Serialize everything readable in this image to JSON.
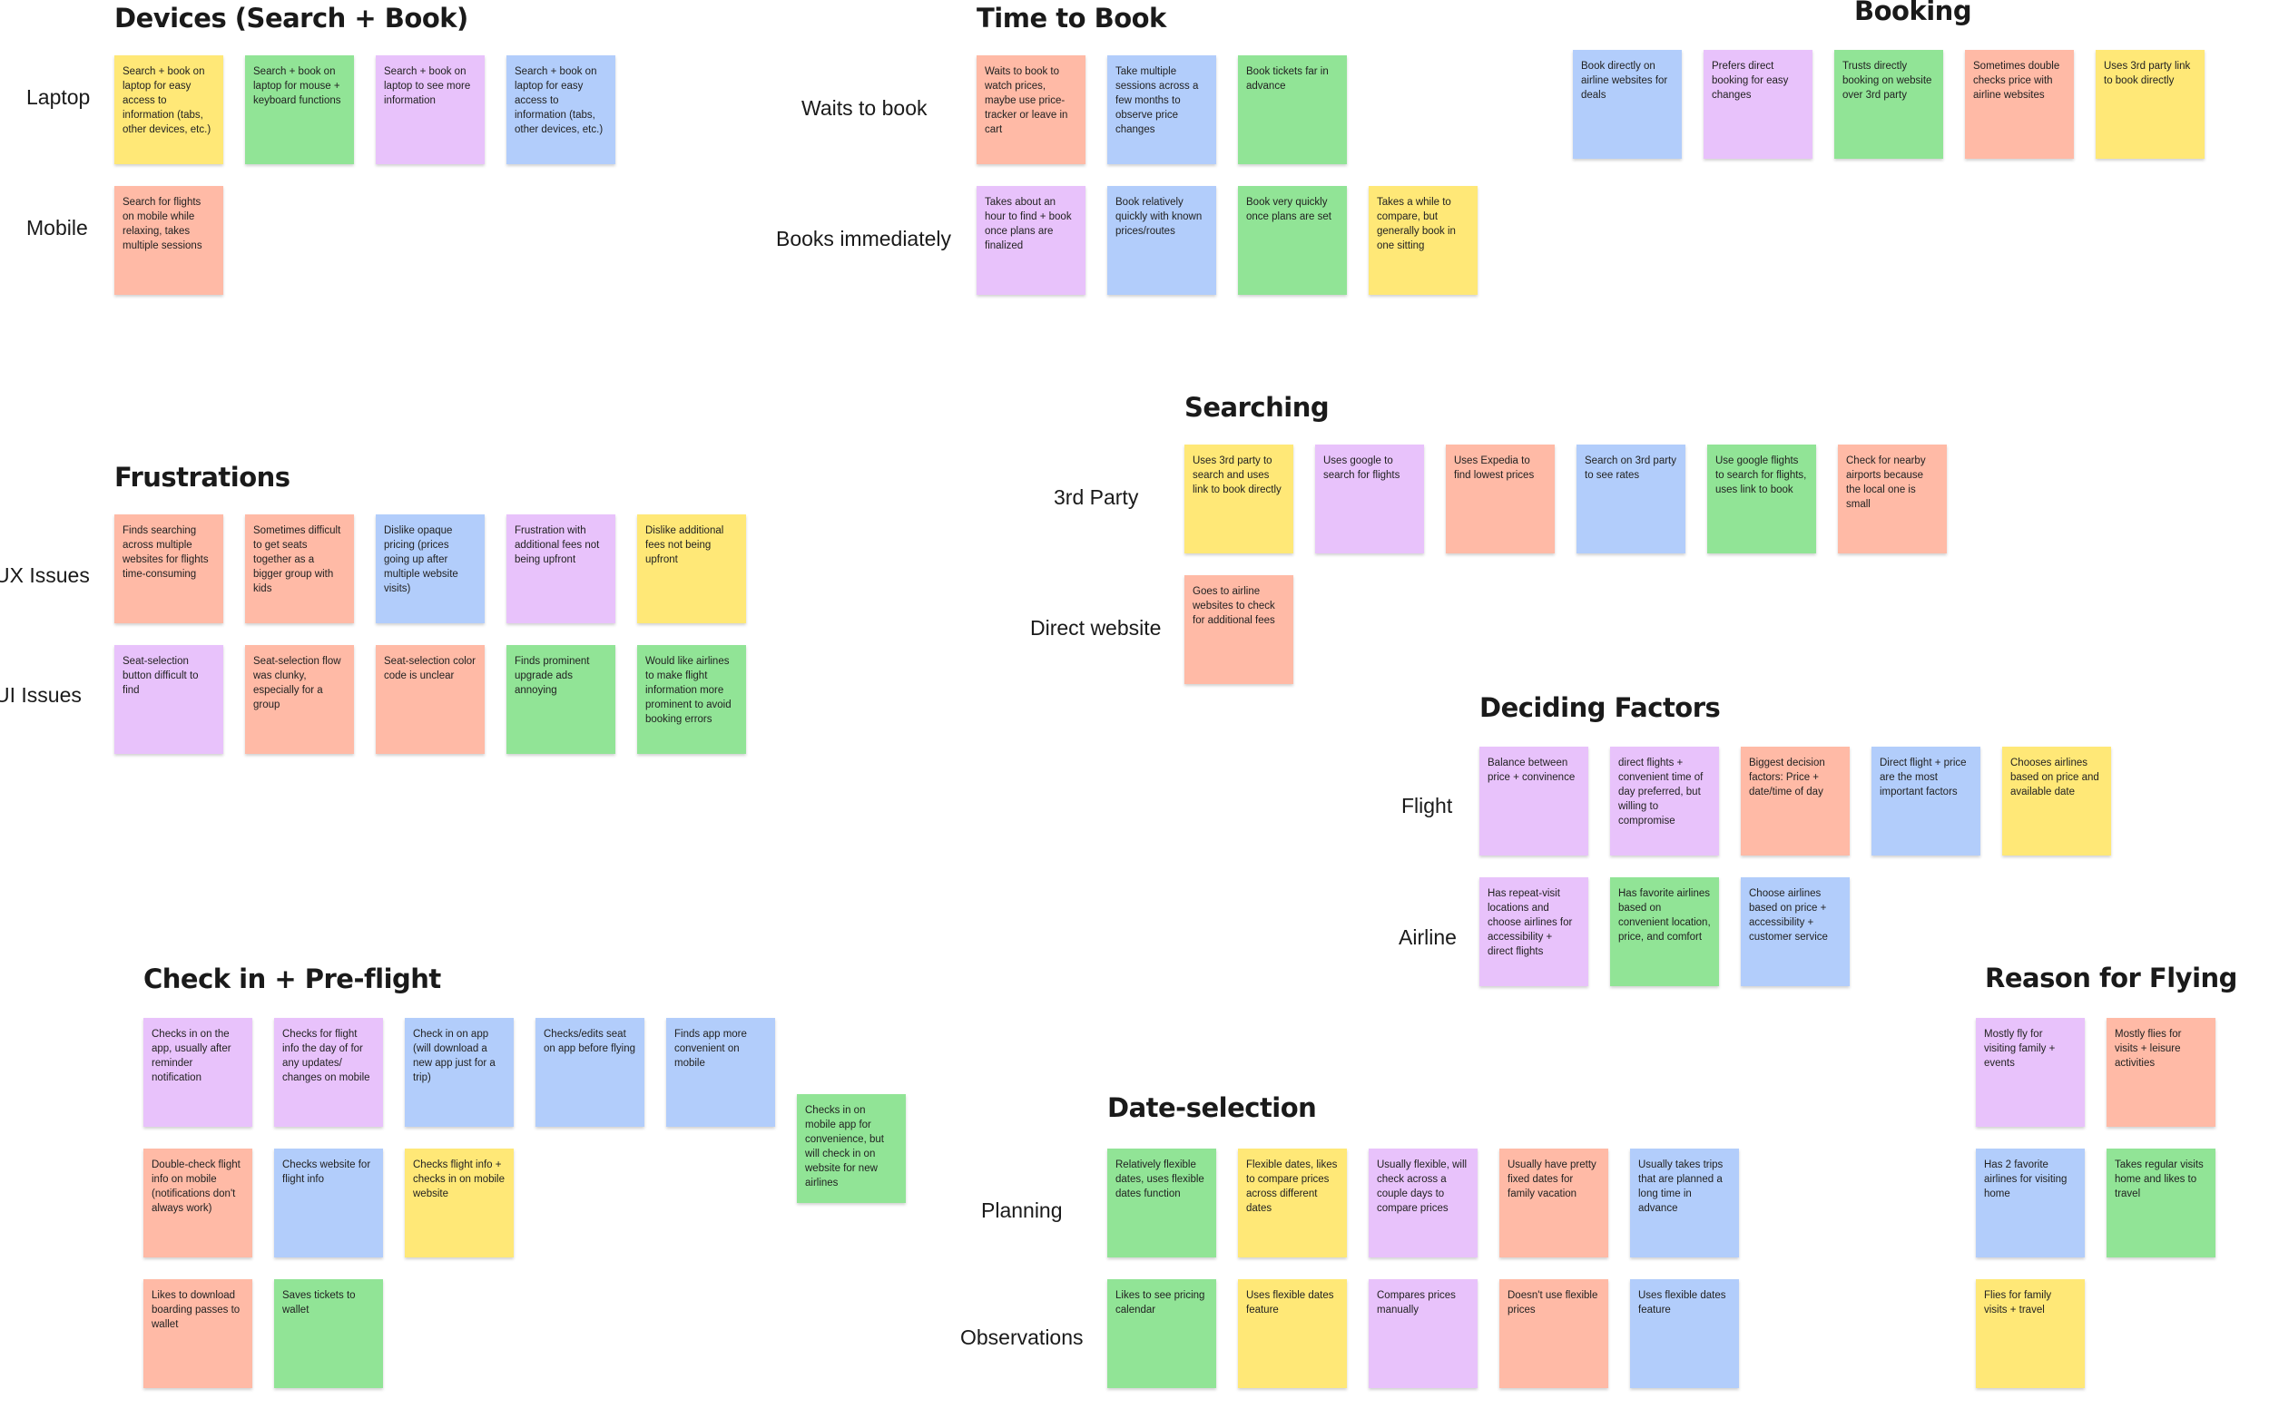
{
  "colors": {
    "yellow": "#ffe877",
    "green": "#91e496",
    "purple": "#e8c2fb",
    "blue": "#b2cdfb",
    "orange": "#ffbaa6"
  },
  "devices": {
    "title": "Devices (Search + Book)",
    "rows": {
      "laptop": "Laptop",
      "mobile": "Mobile"
    },
    "notes": [
      {
        "text": "Search + book on laptop for easy access to information (tabs, other devices, etc.)",
        "color": "yellow"
      },
      {
        "text": "Search + book on laptop for mouse + keyboard functions",
        "color": "green"
      },
      {
        "text": "Search + book on laptop to see more information",
        "color": "purple"
      },
      {
        "text": "Search + book on laptop for easy access to information (tabs, other devices, etc.)",
        "color": "blue"
      },
      {
        "text": "Search for flights on mobile while relaxing, takes multiple sessions",
        "color": "orange"
      }
    ]
  },
  "time_to_book": {
    "title": "Time to Book",
    "rows": {
      "waits": "Waits to book",
      "immediately": "Books immediately"
    },
    "notes": [
      {
        "text": "Waits to book to watch prices, maybe use price-tracker or leave in cart",
        "color": "orange"
      },
      {
        "text": "Take multiple sessions across a few months to observe price changes",
        "color": "blue"
      },
      {
        "text": "Book tickets far in advance",
        "color": "green"
      },
      {
        "text": "Takes about an hour to find + book once plans are finalized",
        "color": "purple"
      },
      {
        "text": "Book relatively quickly with known prices/routes",
        "color": "blue"
      },
      {
        "text": "Book very quickly once plans are set",
        "color": "green"
      },
      {
        "text": "Takes a while to compare, but generally book in one sitting",
        "color": "yellow"
      }
    ]
  },
  "booking": {
    "title": "Booking",
    "notes": [
      {
        "text": "Book directly on airline websites for deals",
        "color": "blue"
      },
      {
        "text": "Prefers direct booking for easy changes",
        "color": "purple"
      },
      {
        "text": "Trusts directly booking on website over 3rd party",
        "color": "green"
      },
      {
        "text": "Sometimes double checks price with airline websites",
        "color": "orange"
      },
      {
        "text": "Uses 3rd party link to book directly",
        "color": "yellow"
      }
    ]
  },
  "searching": {
    "title": "Searching",
    "rows": {
      "third_party": "3rd Party",
      "direct": "Direct website"
    },
    "notes": [
      {
        "text": "Uses 3rd party to search and uses link to book directly",
        "color": "yellow"
      },
      {
        "text": "Uses google to search for flights",
        "color": "purple"
      },
      {
        "text": "Uses Expedia to find lowest prices",
        "color": "orange"
      },
      {
        "text": "Search on 3rd party to see rates",
        "color": "blue"
      },
      {
        "text": "Use google flights to search for flights, uses link to book",
        "color": "green"
      },
      {
        "text": "Check for nearby airports because the local one is small",
        "color": "orange"
      },
      {
        "text": "Goes to airline websites to check for additional fees",
        "color": "orange"
      }
    ]
  },
  "frustrations": {
    "title": "Frustrations",
    "rows": {
      "ux": "UX Issues",
      "ui": "UI Issues"
    },
    "notes": [
      {
        "text": "Finds searching across multiple websites for flights time-consuming",
        "color": "orange"
      },
      {
        "text": "Sometimes difficult to get seats together as a bigger group with kids",
        "color": "orange"
      },
      {
        "text": "Dislike opaque pricing (prices going up after multiple website visits)",
        "color": "blue"
      },
      {
        "text": "Frustration with additional fees not being upfront",
        "color": "purple"
      },
      {
        "text": "Dislike additional fees not being upfront",
        "color": "yellow"
      },
      {
        "text": "Seat-selection button difficult to find",
        "color": "purple"
      },
      {
        "text": "Seat-selection flow was clunky, especially for a group",
        "color": "orange"
      },
      {
        "text": "Seat-selection color code is unclear",
        "color": "orange"
      },
      {
        "text": "Finds prominent upgrade ads annoying",
        "color": "green"
      },
      {
        "text": "Would like airlines to make flight information more prominent to avoid booking errors",
        "color": "green"
      }
    ]
  },
  "deciding": {
    "title": "Deciding Factors",
    "rows": {
      "flight": "Flight",
      "airline": "Airline"
    },
    "notes": [
      {
        "text": "Balance between price + convinence",
        "color": "purple"
      },
      {
        "text": "direct flights + convenient time of day preferred, but willing to compromise",
        "color": "purple"
      },
      {
        "text": "Biggest decision factors: Price + date/time of day",
        "color": "orange"
      },
      {
        "text": "Direct flight + price are the most important factors",
        "color": "blue"
      },
      {
        "text": "Chooses airlines based on price and available date",
        "color": "yellow"
      },
      {
        "text": "Has repeat-visit locations and choose airlines for accessibility + direct flights",
        "color": "purple"
      },
      {
        "text": "Has favorite airlines based on convenient location, price, and comfort",
        "color": "green"
      },
      {
        "text": "Choose airlines based on price + accessibility + customer service",
        "color": "blue"
      }
    ]
  },
  "checkin": {
    "title": "Check in + Pre-flight",
    "notes": [
      {
        "text": "Checks in on the app, usually after reminder notification",
        "color": "purple"
      },
      {
        "text": "Checks for flight info the day of for any updates/ changes on mobile",
        "color": "purple"
      },
      {
        "text": "Check in on app (will download a new app just for a trip)",
        "color": "blue"
      },
      {
        "text": "Checks/edits seat on app before flying",
        "color": "blue"
      },
      {
        "text": "Finds app more convenient on mobile",
        "color": "blue"
      },
      {
        "text": "Checks in on mobile app for convenience, but will check in on website for new airlines",
        "color": "green"
      },
      {
        "text": "Double-check flight info on mobile (notifications don't always work)",
        "color": "orange"
      },
      {
        "text": "Checks website for flight info",
        "color": "blue"
      },
      {
        "text": "Checks flight info + checks in on mobile website",
        "color": "yellow"
      },
      {
        "text": "Likes to download boarding passes to wallet",
        "color": "orange"
      },
      {
        "text": "Saves tickets to wallet",
        "color": "green"
      }
    ]
  },
  "date_selection": {
    "title": "Date-selection",
    "rows": {
      "planning": "Planning",
      "observations": "Observations"
    },
    "notes": [
      {
        "text": "Relatively flexible dates, uses flexible dates function",
        "color": "green"
      },
      {
        "text": "Flexible dates, likes to compare prices across different dates",
        "color": "yellow"
      },
      {
        "text": "Usually flexible, will check across a couple days to compare prices",
        "color": "purple"
      },
      {
        "text": "Usually have pretty fixed dates for family vacation",
        "color": "orange"
      },
      {
        "text": "Usually takes trips that are planned a long time in advance",
        "color": "blue"
      },
      {
        "text": "Likes to see pricing calendar",
        "color": "green"
      },
      {
        "text": "Uses flexible dates feature",
        "color": "yellow"
      },
      {
        "text": "Compares prices manually",
        "color": "purple"
      },
      {
        "text": "Doesn't use flexible prices",
        "color": "orange"
      },
      {
        "text": "Uses flexible dates feature",
        "color": "blue"
      }
    ]
  },
  "reason": {
    "title": "Reason for Flying",
    "notes": [
      {
        "text": "Mostly fly for visiting family + events",
        "color": "purple"
      },
      {
        "text": "Mostly flies for visits + leisure activities",
        "color": "orange"
      },
      {
        "text": "Has 2 favorite airlines for visiting home",
        "color": "blue"
      },
      {
        "text": "Takes regular visits home and likes to travel",
        "color": "green"
      },
      {
        "text": "Flies for family visits + travel",
        "color": "yellow"
      }
    ]
  }
}
